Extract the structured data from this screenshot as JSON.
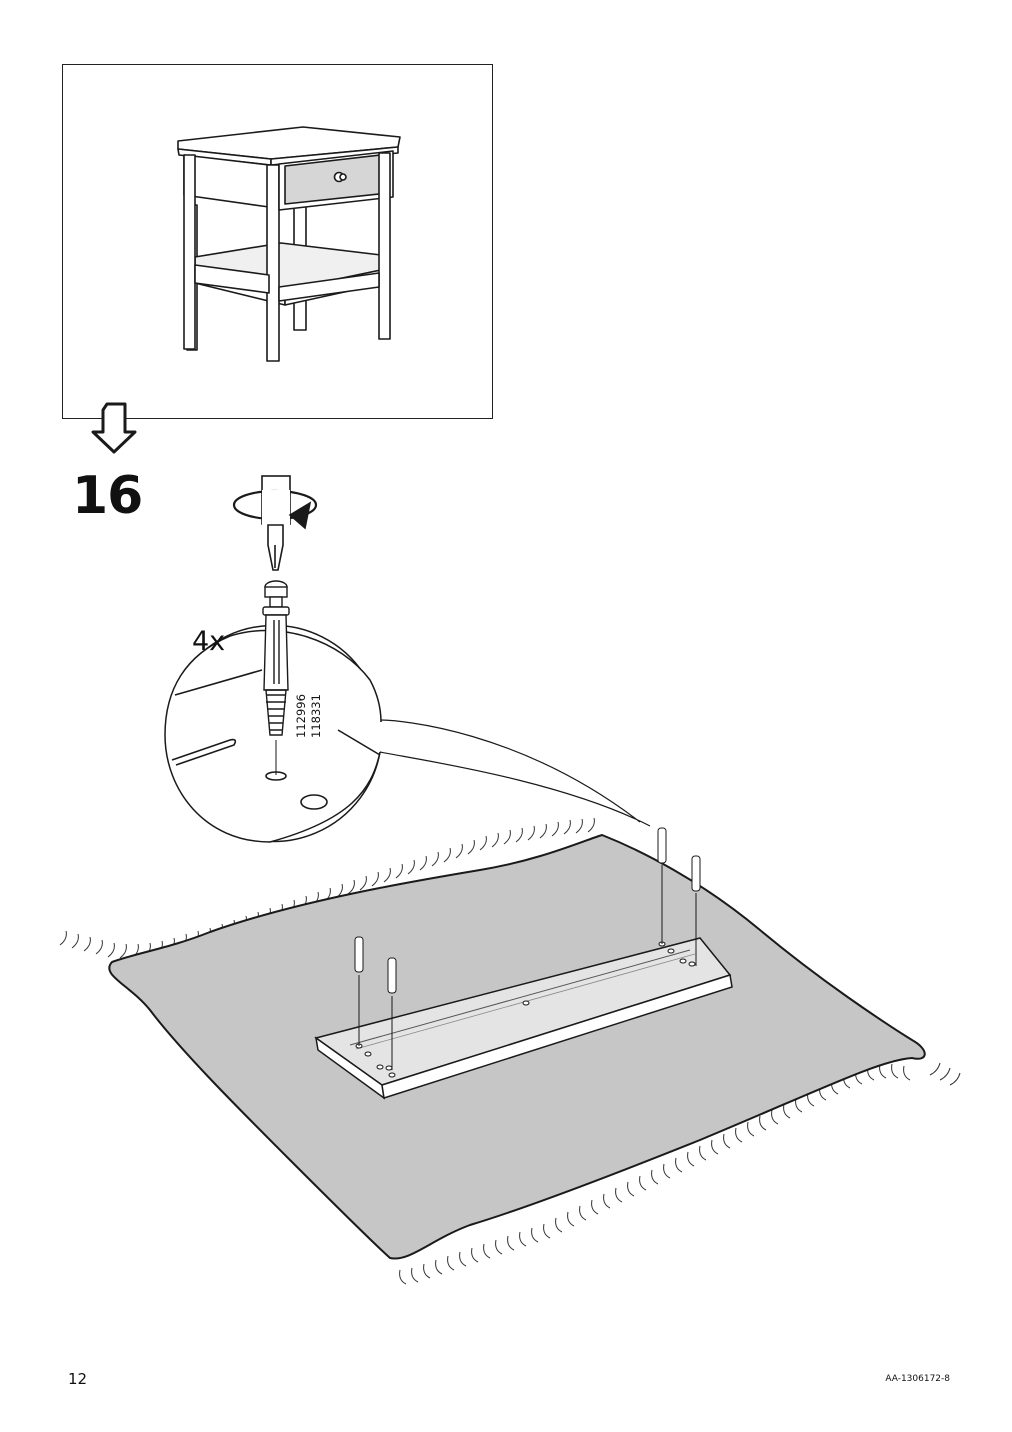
{
  "step": {
    "number": "16",
    "quantity": "4x"
  },
  "parts": [
    "112996",
    "118331"
  ],
  "footer": {
    "page_number": "12",
    "doc_code": "AA-1306172-8"
  },
  "colors": {
    "line": "#1a1a1a",
    "rug": "#c6c6c6",
    "drawer": "#d6d6d6",
    "shelf": "#e9e9e9"
  },
  "icons": [
    "next-step-arrow-icon",
    "screwdriver-rotation-icon"
  ]
}
